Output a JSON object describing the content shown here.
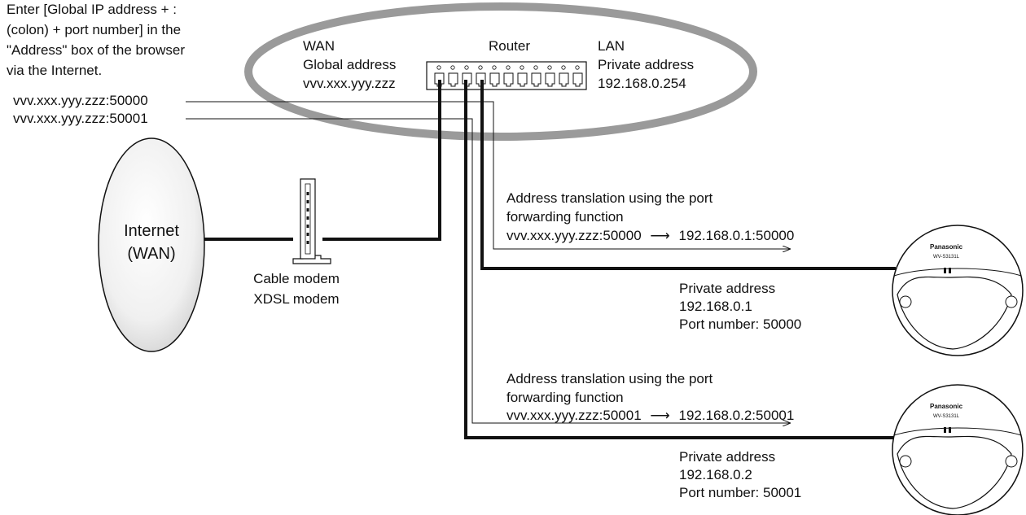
{
  "instruction": {
    "lines": [
      "Enter [Global IP address + :",
      "(colon) + port number] in the",
      "\"Address\" box of the browser",
      " via the Internet."
    ],
    "url_1": "vvv.xxx.yyy.zzz:50000",
    "url_2": "vvv.xxx.yyy.zzz:50001"
  },
  "router": {
    "label": "Router",
    "wan_title": "WAN",
    "wan_sub": "Global address",
    "wan_value": "vvv.xxx.yyy.zzz",
    "lan_title": "LAN",
    "lan_sub": "Private address",
    "lan_value": "192.168.0.254"
  },
  "internet": {
    "line1": "Internet",
    "line2": "(WAN)"
  },
  "modem": {
    "line1": "Cable modem",
    "line2": "XDSL modem"
  },
  "translation_1": {
    "line1": "Address translation using the port",
    "line2": "forwarding function",
    "from": "vvv.xxx.yyy.zzz:50000",
    "arrow": "⟶",
    "to": "192.168.0.1:50000"
  },
  "translation_2": {
    "line1": "Address translation using the port",
    "line2": "forwarding function",
    "from": "vvv.xxx.yyy.zzz:50001",
    "arrow": "⟶",
    "to": "192.168.0.2:50001"
  },
  "camera_1": {
    "addr_title": "Private address",
    "ip": "192.168.0.1",
    "port": "Port number: 50000",
    "brand": "Panasonic",
    "model": "WV-S3131L"
  },
  "camera_2": {
    "addr_title": "Private address",
    "ip": "192.168.0.2",
    "port": "Port number: 50001",
    "brand": "Panasonic",
    "model": "WV-S3131L"
  },
  "colors": {
    "ellipse_stroke": "#9a9a9a",
    "line": "#111111",
    "cloud_fill": "#e6e6e6"
  }
}
